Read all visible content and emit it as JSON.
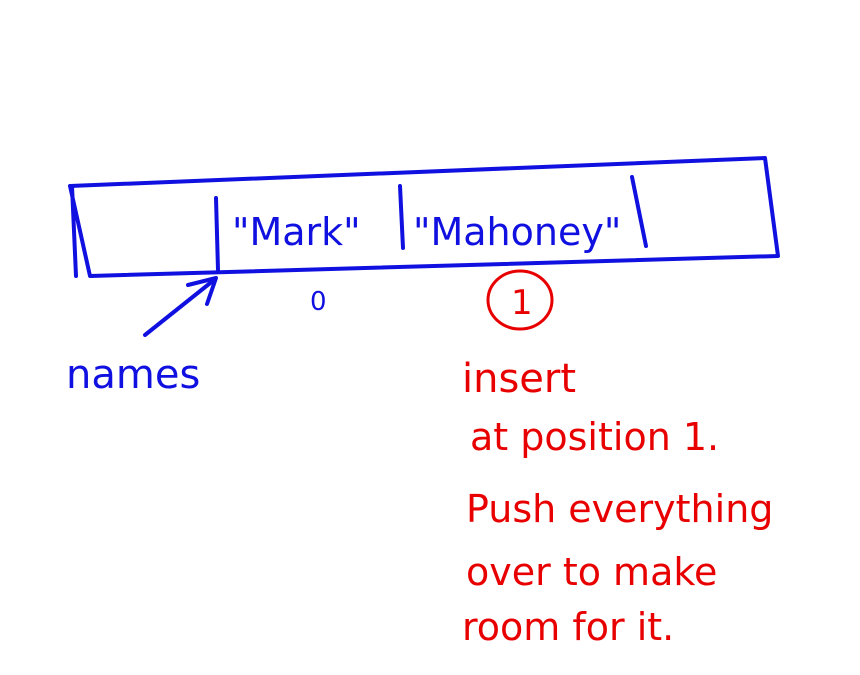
{
  "array": {
    "cells": [
      "",
      "\"Mark\"",
      "\"Mahoney\"",
      ""
    ],
    "indices": [
      "0",
      "1"
    ],
    "pointer_label": "names"
  },
  "note": {
    "lines": [
      "insert",
      "at position 1.",
      "Push everything",
      "over to make",
      "room for it."
    ]
  },
  "colors": {
    "ink_blue": "#1010e0",
    "ink_red": "#e80000"
  }
}
